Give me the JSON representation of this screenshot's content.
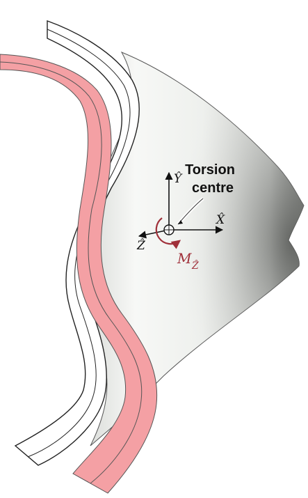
{
  "diagram": {
    "annotation": {
      "line1": "Torsion",
      "line2": "centre"
    },
    "axes": {
      "x_hat": "X̂",
      "y_hat": "Ŷ",
      "z_hat": "Ẑ"
    },
    "moment": {
      "symbol": "M",
      "subscript": "Ẑ"
    },
    "colors": {
      "pink_strip": "#f4a0a4",
      "moment_red": "#a0303a",
      "surface_light": "#f4f5f3",
      "surface_dark": "#6b6d6a"
    }
  }
}
